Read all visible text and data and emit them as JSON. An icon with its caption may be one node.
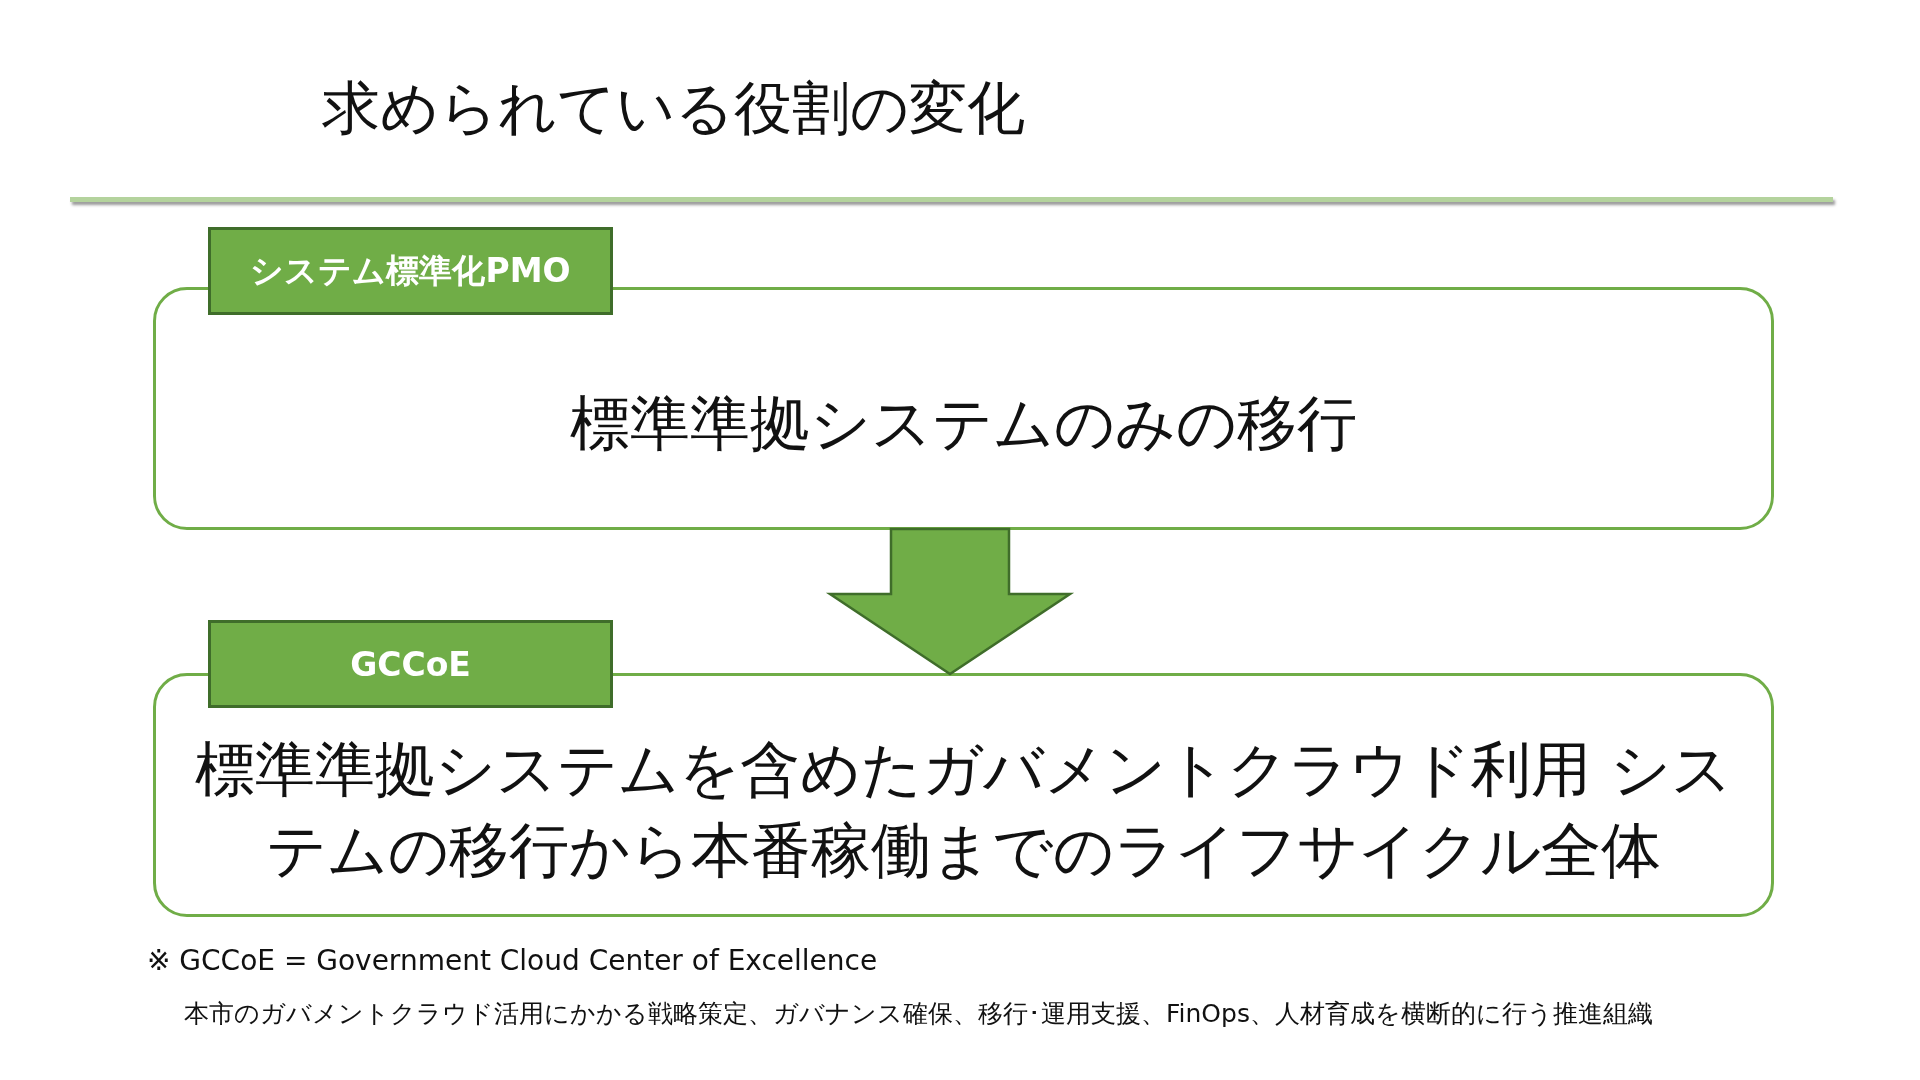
{
  "diagram": {
    "title": "求められている役割の変化",
    "nodes": [
      {
        "text": [
          "システム標準化PMO"
        ]
      },
      {
        "text": [
          "標準準拠システムのみの移行"
        ]
      },
      {
        "text": [
          "GCCoE"
        ]
      },
      {
        "text": [
          "標準準拠システムを含めたガバメントクラウド利用 システムの移行から本番稼働までのライフサイクル全体"
        ]
      }
    ],
    "edges": [
      {
        "from": 1,
        "to": 3,
        "arrow": "to"
      }
    ],
    "labels": [
      "※ GCCoE = Government Cloud Center of Excellence",
      "本市のガバメントクラウド活用にかかる戦略策定、ガバナンス確保、移行･運用支援、FinOps、人材育成を横断的に行う推進組織"
    ]
  }
}
